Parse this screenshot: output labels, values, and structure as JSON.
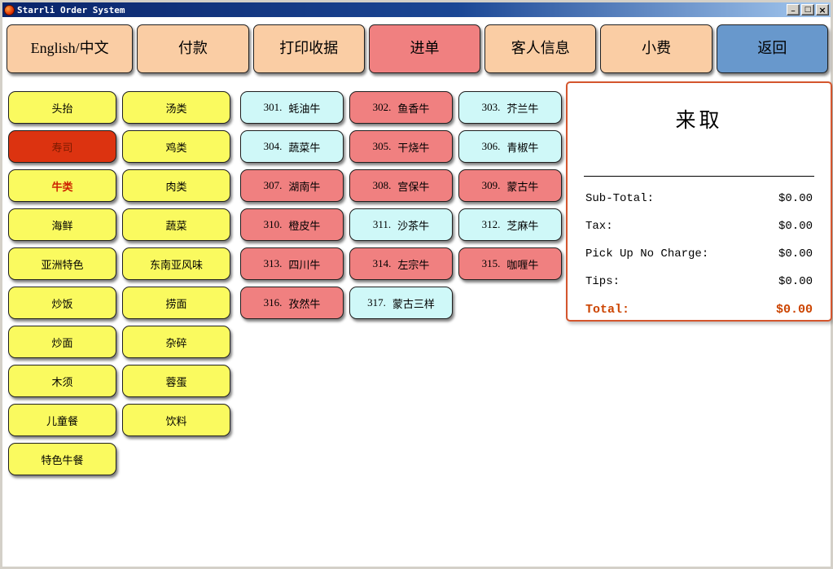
{
  "window": {
    "title": "Starrli Order System"
  },
  "window_controls": {
    "minimize": "_",
    "maximize": "□",
    "close": "×"
  },
  "toolbar": {
    "buttons": [
      {
        "label": "English/中文",
        "variant": "peach"
      },
      {
        "label": "付款",
        "variant": "peach"
      },
      {
        "label": "打印收据",
        "variant": "peach"
      },
      {
        "label": "进单",
        "variant": "salmon"
      },
      {
        "label": "客人信息",
        "variant": "peach"
      },
      {
        "label": "小费",
        "variant": "peach"
      },
      {
        "label": "返回",
        "variant": "blue"
      }
    ]
  },
  "categories": {
    "column1": [
      {
        "label": "头抬",
        "variant": "yellow"
      },
      {
        "label": "寿司",
        "variant": "red"
      },
      {
        "label": "牛类",
        "variant": "yellow-selected"
      },
      {
        "label": "海鲜",
        "variant": "yellow"
      },
      {
        "label": "亚洲特色",
        "variant": "yellow"
      },
      {
        "label": "炒饭",
        "variant": "yellow"
      },
      {
        "label": "炒面",
        "variant": "yellow"
      },
      {
        "label": "木须",
        "variant": "yellow"
      },
      {
        "label": "儿童餐",
        "variant": "yellow"
      },
      {
        "label": "特色牛餐",
        "variant": "yellow"
      }
    ],
    "column2": [
      {
        "label": "汤类",
        "variant": "yellow"
      },
      {
        "label": "鸡类",
        "variant": "yellow"
      },
      {
        "label": "肉类",
        "variant": "yellow"
      },
      {
        "label": "蔬菜",
        "variant": "yellow"
      },
      {
        "label": "东南亚风味",
        "variant": "yellow"
      },
      {
        "label": "捞面",
        "variant": "yellow"
      },
      {
        "label": "杂碎",
        "variant": "yellow"
      },
      {
        "label": "蓉蛋",
        "variant": "yellow"
      },
      {
        "label": "饮料",
        "variant": "yellow"
      }
    ]
  },
  "menu": {
    "items": [
      {
        "number": "301.",
        "name": "蚝油牛",
        "variant": "cyan"
      },
      {
        "number": "302.",
        "name": "鱼香牛",
        "variant": "salmon"
      },
      {
        "number": "303.",
        "name": "芥兰牛",
        "variant": "cyan"
      },
      {
        "number": "304.",
        "name": "蔬菜牛",
        "variant": "cyan"
      },
      {
        "number": "305.",
        "name": "干烧牛",
        "variant": "salmon"
      },
      {
        "number": "306.",
        "name": "青椒牛",
        "variant": "cyan"
      },
      {
        "number": "307.",
        "name": "湖南牛",
        "variant": "salmon"
      },
      {
        "number": "308.",
        "name": "宫保牛",
        "variant": "salmon"
      },
      {
        "number": "309.",
        "name": "蒙古牛",
        "variant": "salmon"
      },
      {
        "number": "310.",
        "name": "橙皮牛",
        "variant": "salmon"
      },
      {
        "number": "311.",
        "name": "沙茶牛",
        "variant": "cyan"
      },
      {
        "number": "312.",
        "name": "芝麻牛",
        "variant": "cyan"
      },
      {
        "number": "313.",
        "name": "四川牛",
        "variant": "salmon"
      },
      {
        "number": "314.",
        "name": "左宗牛",
        "variant": "salmon"
      },
      {
        "number": "315.",
        "name": "咖喱牛",
        "variant": "salmon"
      },
      {
        "number": "316.",
        "name": "孜然牛",
        "variant": "salmon"
      },
      {
        "number": "317.",
        "name": "蒙古三样",
        "variant": "cyan"
      }
    ]
  },
  "order_panel": {
    "title": "来取",
    "rows": [
      {
        "label": "Sub-Total:",
        "value": "$0.00"
      },
      {
        "label": "Tax:",
        "value": "$0.00"
      },
      {
        "label": "Pick Up No Charge:",
        "value": "$0.00"
      },
      {
        "label": "Tips:",
        "value": "$0.00"
      }
    ],
    "total": {
      "label": "Total:",
      "value": "$0.00"
    }
  },
  "colors": {
    "peach": "#FACDA4",
    "salmon": "#F08080",
    "blue": "#6898CC",
    "yellow": "#FAFA5F",
    "red": "#DC3310",
    "cyan": "#CFF8F8",
    "panel_border": "#D4552D",
    "total_text": "#CC4400",
    "selected_category_text": "#CC2200",
    "titlebar": "#0A246A"
  }
}
